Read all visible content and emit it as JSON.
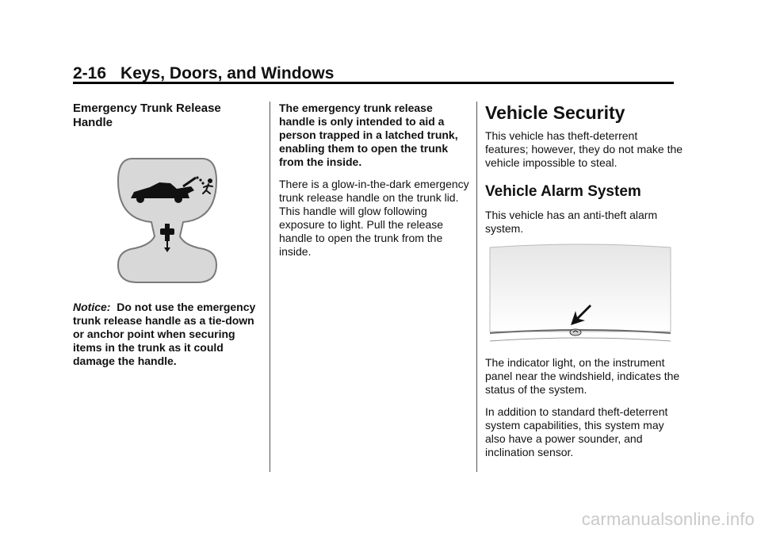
{
  "header": {
    "page_number": "2-16",
    "section_title": "Keys, Doors, and Windows"
  },
  "column1": {
    "heading": "Emergency Trunk Release Handle",
    "notice_label": "Notice:",
    "notice_text": "Do not use the emergency trunk release handle as a tie-down or anchor point when securing items in the trunk as it could damage the handle."
  },
  "column2": {
    "para1": "The emergency trunk release handle is only intended to aid a person trapped in a latched trunk, enabling them to open the trunk from the inside.",
    "para2": "There is a glow-in-the-dark emergency trunk release handle on the trunk lid. This handle will glow following exposure to light. Pull the release handle to open the trunk from the inside."
  },
  "column3": {
    "title": "Vehicle Security",
    "intro": "This vehicle has theft-deterrent features; however, they do not make the vehicle impossible to steal.",
    "subheading": "Vehicle Alarm System",
    "alarm_intro": "This vehicle has an anti-theft alarm system.",
    "indicator_text": "The indicator light, on the instrument panel near the windshield, indicates the status of the system.",
    "additional_text": "In addition to standard theft-deterrent system capabilities, this system may also have a power sounder, and inclination sensor."
  },
  "watermark": "carmanualsonline.info",
  "colors": {
    "text": "#111111",
    "rule": "#000000",
    "figure_gray": "#d9d9d9",
    "watermark": "#c9c9c9"
  }
}
